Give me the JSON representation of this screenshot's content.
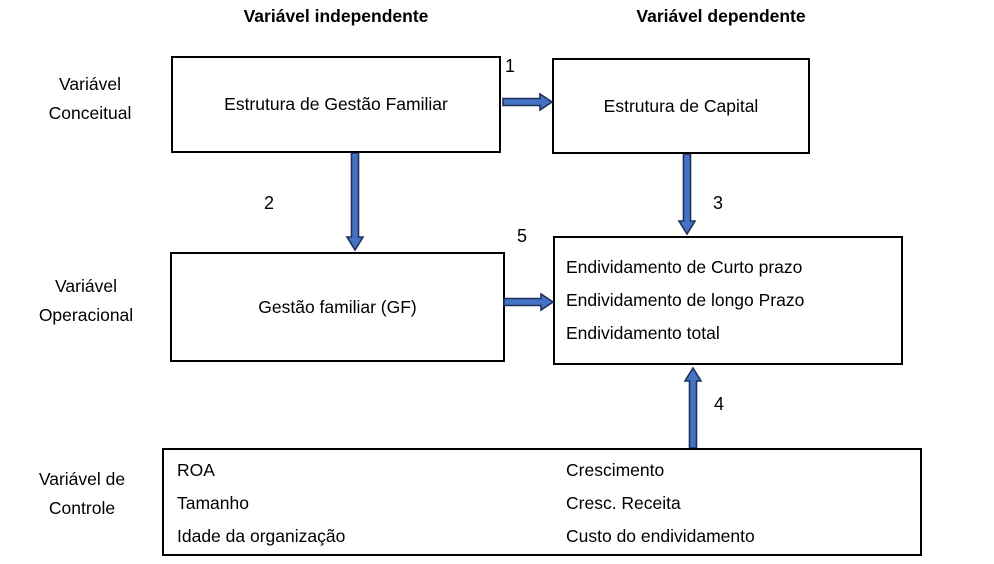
{
  "diagram": {
    "column_headers": {
      "independent": "Variável independente",
      "dependent": "Variável dependente"
    },
    "row_labels": {
      "conceitual": {
        "line1": "Variável",
        "line2": "Conceitual"
      },
      "operacional": {
        "line1": "Variável",
        "line2": "Operacional"
      },
      "controle": {
        "line1": "Variável de",
        "line2": "Controle"
      }
    },
    "boxes": {
      "estrutura_gestao_familiar": "Estrutura de Gestão Familiar",
      "estrutura_capital": "Estrutura de Capital",
      "gestao_familiar": "Gestão familiar (GF)",
      "endividamento": {
        "lines": [
          "Endividamento de Curto prazo",
          "Endividamento de longo Prazo",
          "Endividamento total"
        ]
      },
      "controle": {
        "col1": [
          "ROA",
          "Tamanho",
          "Idade da organização"
        ],
        "col2": [
          "Crescimento",
          "Cresc. Receita",
          "Custo do endividamento"
        ]
      }
    },
    "arrow_labels": {
      "a1": "1",
      "a2": "2",
      "a3": "3",
      "a4": "4",
      "a5": "5"
    },
    "colors": {
      "arrow_fill": "#4472C4",
      "arrow_stroke": "#1F3059",
      "box_border": "#000000",
      "background": "#FFFFFF",
      "text": "#000000"
    }
  }
}
